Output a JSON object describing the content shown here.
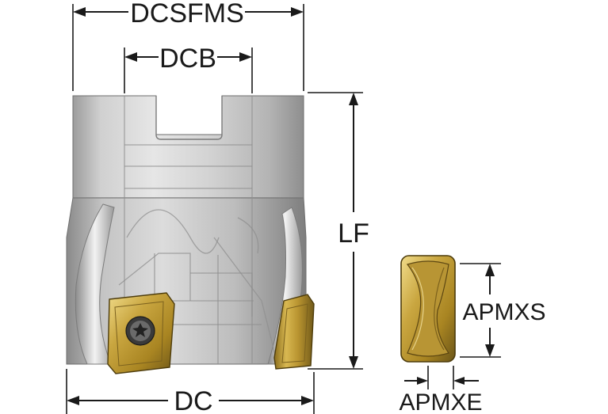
{
  "dimensions": {
    "dcsfms": "DCSFMS",
    "dcb": "DCB",
    "lf": "LF",
    "dc": "DC",
    "apmxs": "APMXS",
    "apmxe": "APMXE"
  },
  "colors": {
    "body_light": "#e4e4e4",
    "body_mid": "#c8c8c8",
    "body_dark": "#9e9e9e",
    "insert_gold": "#c9a640",
    "insert_dark": "#6b5518",
    "line": "#1a1a1a"
  },
  "icons": {
    "screw": "torx-screw-icon"
  }
}
